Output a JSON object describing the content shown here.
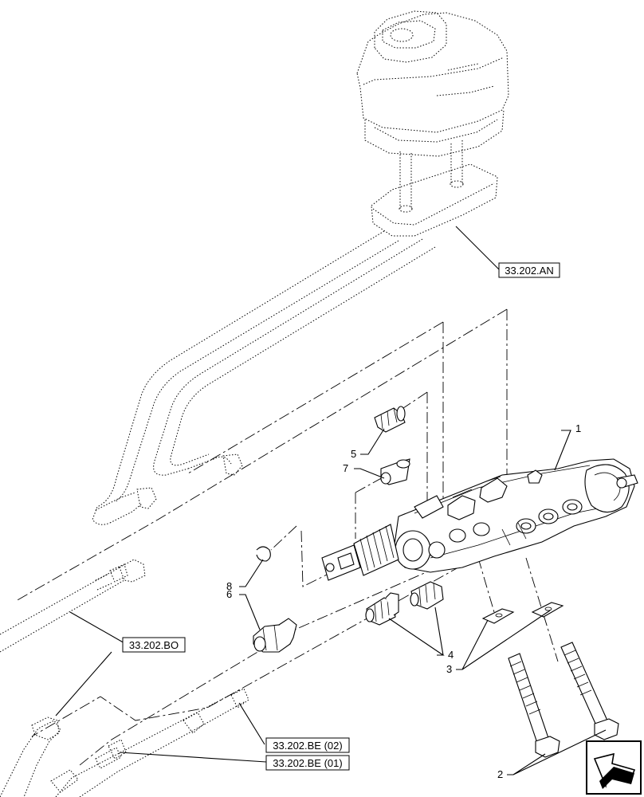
{
  "references": {
    "an": "33.202.AN",
    "bo": "33.202.BO",
    "be02": "33.202.BE (02)",
    "be01": "33.202.BE (01)"
  },
  "callouts": [
    "1",
    "2",
    "3",
    "4",
    "5",
    "6",
    "7",
    "8"
  ],
  "nav_icon": "arrow-navigation-icon"
}
